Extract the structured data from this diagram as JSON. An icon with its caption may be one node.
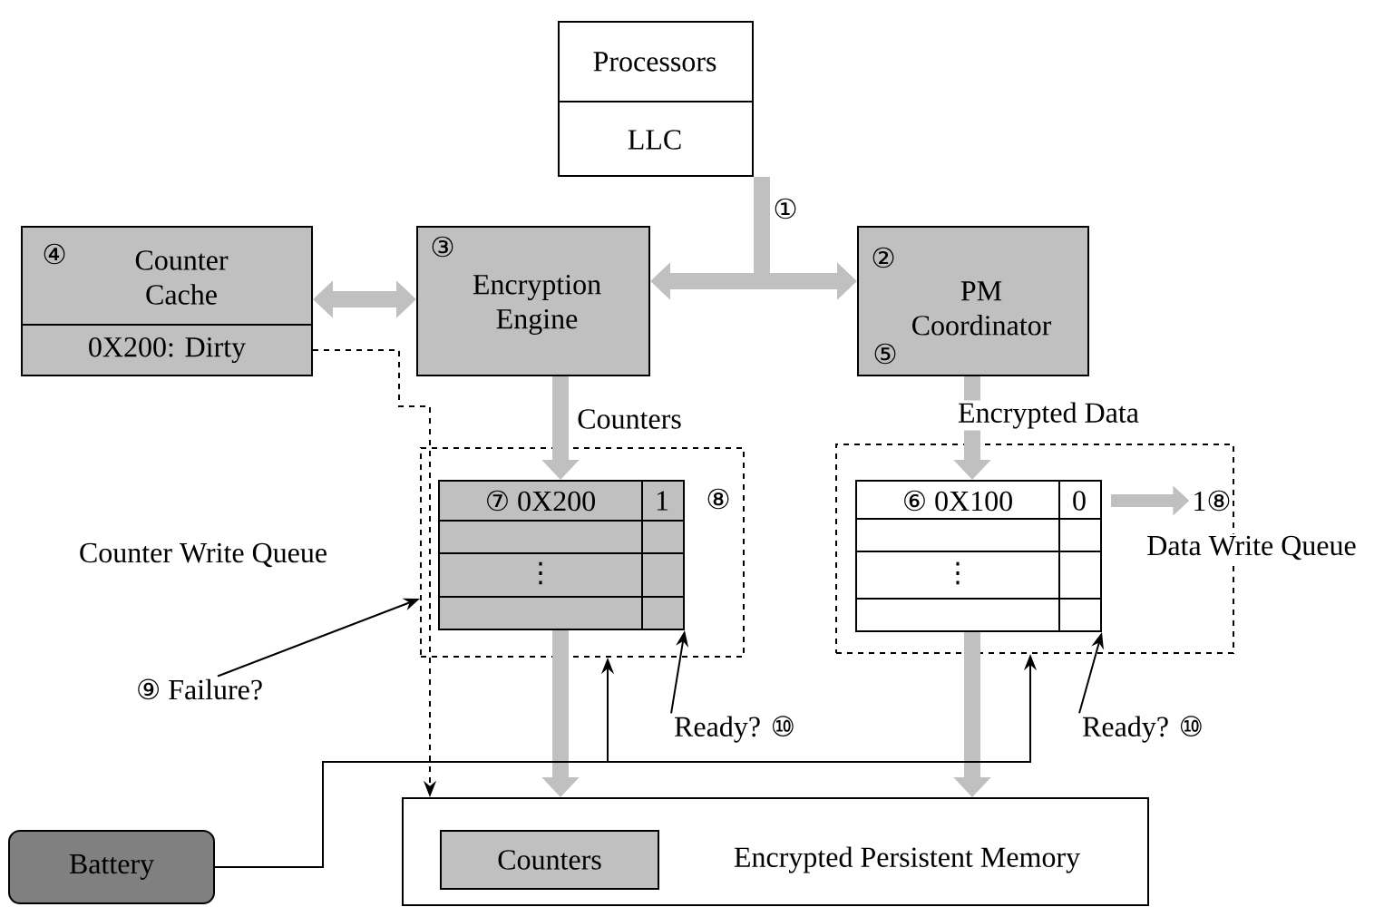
{
  "diagram": {
    "nodes": [
      {
        "text": [
          "Processors",
          "LLC"
        ]
      },
      {
        "text": [
          "④",
          "Counter Cache",
          "0X200: Dirty"
        ]
      },
      {
        "text": [
          "③",
          "Encryption Engine"
        ]
      },
      {
        "text": [
          "②",
          "PM Coordinator",
          "⑤"
        ]
      },
      {
        "text": [
          "Counter Write Queue"
        ]
      },
      {
        "text": [
          "⑦ 0X200",
          "1",
          "⋮"
        ],
        "in": 4,
        "beside": [
          "⑧"
        ]
      },
      {
        "text": [
          "Data Write Queue"
        ]
      },
      {
        "text": [
          "⑥ 0X100",
          "0",
          "⋮"
        ],
        "in": 6
      },
      {
        "text": [
          "1⑧"
        ],
        "in": 6
      },
      {
        "text": [
          "Encrypted Persistent Memory"
        ]
      },
      {
        "text": [
          "Counters"
        ],
        "in": 9
      },
      {
        "text": [
          "Battery"
        ]
      },
      {
        "text": [
          "⑨ Failure?"
        ]
      },
      {
        "text": [
          "Ready? ⑩"
        ]
      },
      {
        "text": [
          "Ready? ⑩"
        ]
      }
    ],
    "edges": [
      {
        "from": 0,
        "to": 2,
        "arrow": "to",
        "label": "①"
      },
      {
        "from": 0,
        "to": 3,
        "arrow": "to"
      },
      {
        "from": 1,
        "to": 2,
        "arrow": "both"
      },
      {
        "from": 2,
        "to": 5,
        "arrow": "to",
        "label": "Counters"
      },
      {
        "from": 3,
        "to": 7,
        "arrow": "to",
        "label": "Encrypted Data"
      },
      {
        "from": 7,
        "to": 8,
        "arrow": "to"
      },
      {
        "from": 5,
        "to": 9,
        "arrow": "to"
      },
      {
        "from": 7,
        "to": 9,
        "arrow": "to"
      },
      {
        "from": 1,
        "to": 9,
        "arrow": "to",
        "style": "dashed",
        "color": "#000000"
      },
      {
        "from": 11,
        "to": 4,
        "arrow": "to",
        "color": "#000000"
      },
      {
        "from": 11,
        "to": 6,
        "arrow": "to",
        "color": "#000000"
      },
      {
        "from": 12,
        "to": 4,
        "arrow": "to",
        "color": "#000000"
      },
      {
        "from": 13,
        "to": 5,
        "arrow": "to",
        "color": "#000000"
      },
      {
        "from": 14,
        "to": 7,
        "arrow": "to",
        "color": "#000000"
      }
    ]
  }
}
